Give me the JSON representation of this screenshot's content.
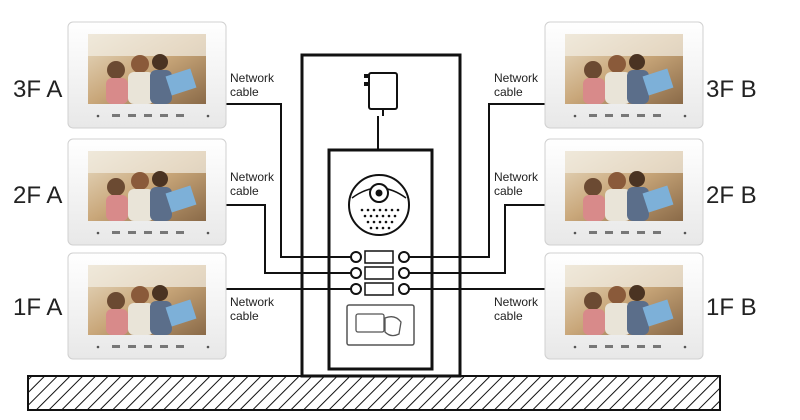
{
  "monitors": [
    {
      "id": "3fa",
      "label": "3F A",
      "cable_label": [
        "Network",
        "cable"
      ]
    },
    {
      "id": "2fa",
      "label": "2F A",
      "cable_label": [
        "Network",
        "cable"
      ]
    },
    {
      "id": "1fa",
      "label": "1F A",
      "cable_label": [
        "Network",
        "cable"
      ]
    },
    {
      "id": "3fb",
      "label": "3F B",
      "cable_label": [
        "Network",
        "cable"
      ]
    },
    {
      "id": "2fb",
      "label": "2F B",
      "cable_label": [
        "Network",
        "cable"
      ]
    },
    {
      "id": "1fb",
      "label": "1F B",
      "cable_label": [
        "Network",
        "cable"
      ]
    }
  ],
  "colors": {
    "line": "#111111",
    "monitor_body": "#f4f4f4",
    "screen_bg": "#c9b08a",
    "card_reader": "#555555"
  },
  "icons": [
    "power-adapter-icon",
    "camera-icon",
    "rfid-card-icon",
    "call-button-icon"
  ]
}
